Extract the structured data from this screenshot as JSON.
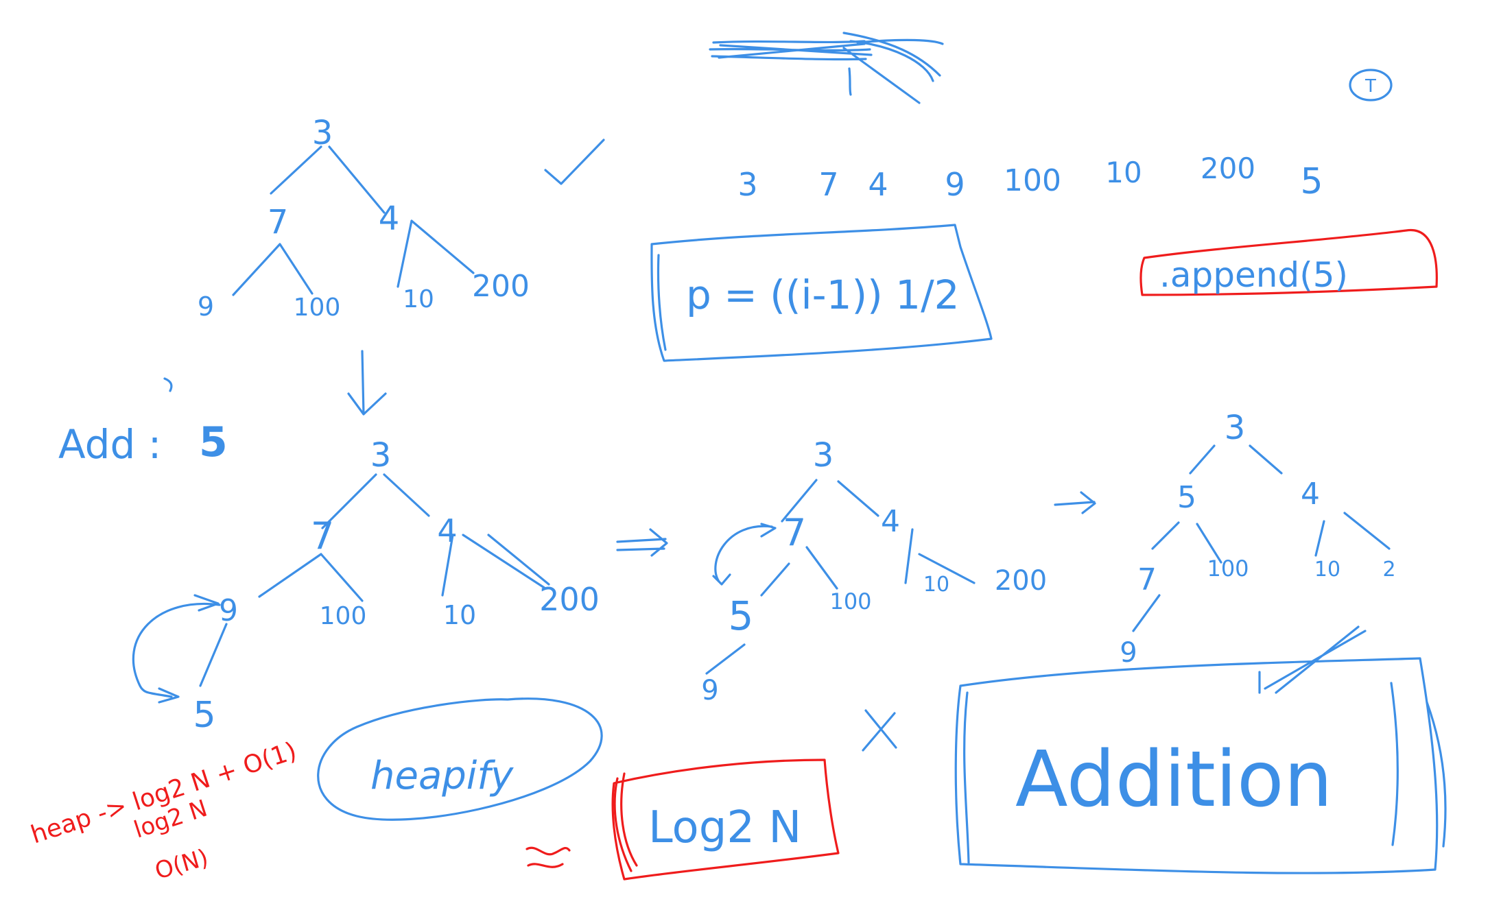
{
  "colors": {
    "blue_ink": "#3d8fe6",
    "red_ink": "#ef1c1c",
    "background": "#ffffff"
  },
  "top_tree": {
    "nodes": [
      "3",
      "7",
      "4",
      "9",
      "100",
      "10",
      "200"
    ]
  },
  "array_row": [
    "3",
    "7",
    "4",
    "9",
    "100",
    "10",
    "200",
    "5"
  ],
  "parent_formula": "p = ((i-1)) 1/2",
  "append_box": ".append(5)",
  "add_label": "Add :",
  "add_value": "5",
  "tree_step1": {
    "nodes": [
      "3",
      "7",
      "4",
      "9",
      "100",
      "10",
      "200",
      "5"
    ]
  },
  "tree_step2": {
    "nodes": [
      "3",
      "7",
      "4",
      "5",
      "100",
      "10",
      "200",
      "9"
    ]
  },
  "tree_step3": {
    "nodes": [
      "3",
      "5",
      "4",
      "7",
      "100",
      "10",
      "2",
      "9"
    ]
  },
  "heapify_bubble": "heapify",
  "logn_box": "Log2 N",
  "addition_box": "Addition",
  "red_notes": [
    "heap -> log2 N + O(1)",
    "log2 N",
    "O(N)"
  ],
  "circled_mark": "T"
}
